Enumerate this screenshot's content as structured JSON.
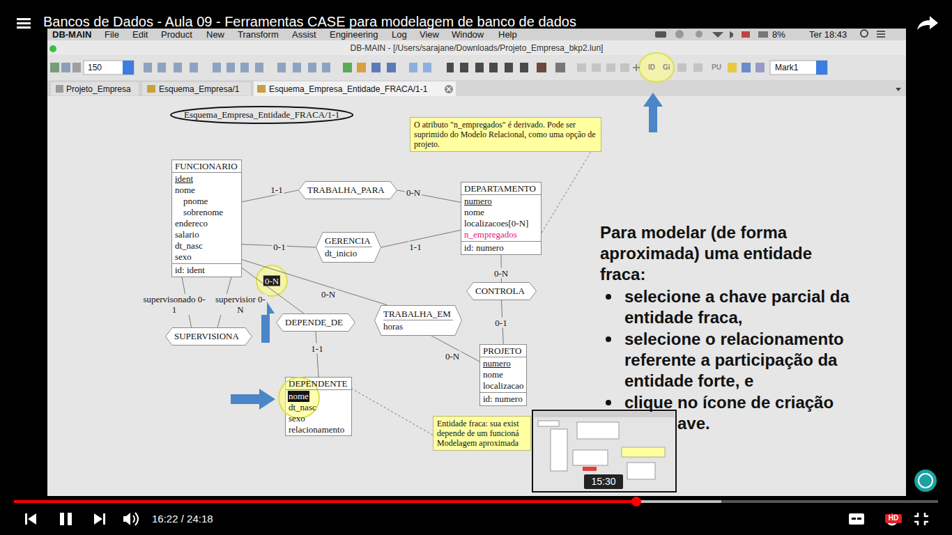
{
  "diagram": {
    "title": "Bancos de Dados - Aula 09 - Ferramentas CASE para modelagem de banco de dados",
    "nodes": [
      {
        "text": [
          "Esquema_Empresa_Entidade_FRACA/1-1"
        ]
      },
      {
        "text": [
          "O atributo \"n_empregados\" é derivado. Pode ser suprimido do Modelo Relacional, como uma opção de projeto."
        ]
      },
      {
        "text": [
          "FUNCIONARIO",
          "ident",
          "nome",
          "pnome",
          "sobrenome",
          "endereco",
          "salario",
          "dt_nasc",
          "sexo",
          "id: ident"
        ]
      },
      {
        "text": [
          "TRABALHA_PARA"
        ]
      },
      {
        "text": [
          "DEPARTAMENTO",
          "numero",
          "nome",
          "localizacoes[0-N]",
          "n_empregados",
          "id: numero"
        ]
      },
      {
        "text": [
          "GERENCIA",
          "dt_inicio"
        ]
      },
      {
        "text": [
          "CONTROLA"
        ]
      },
      {
        "text": [
          "TRABALHA_EM",
          "horas"
        ]
      },
      {
        "text": [
          "SUPERVISIONA"
        ]
      },
      {
        "text": [
          "DEPENDE_DE"
        ]
      },
      {
        "text": [
          "PROJETO",
          "numero",
          "nome",
          "localizacao",
          "id: numero"
        ]
      },
      {
        "text": [
          "DEPENDENTE",
          "nome",
          "dt_nasc",
          "sexo",
          "relacionamento"
        ]
      },
      {
        "text": [
          "Entidade fraca: sua exist depende de um funcioná Modelagem aproximada"
        ]
      }
    ],
    "edges": [
      {
        "from": 2,
        "to": 3,
        "label": "1-1",
        "arrow": "none"
      },
      {
        "from": 3,
        "to": 4,
        "label": "0-N",
        "arrow": "none"
      },
      {
        "from": 2,
        "to": 5,
        "label": "0-1",
        "arrow": "none"
      },
      {
        "from": 5,
        "to": 4,
        "label": "1-1",
        "arrow": "none"
      },
      {
        "from": 4,
        "to": 6,
        "label": "0-N",
        "arrow": "none"
      },
      {
        "from": 6,
        "to": 10,
        "label": "0-1",
        "arrow": "none"
      },
      {
        "from": 2,
        "to": 7,
        "label": "0-N",
        "arrow": "none"
      },
      {
        "from": 7,
        "to": 10,
        "label": "0-N",
        "arrow": "none"
      },
      {
        "from": 2,
        "to": 8,
        "label": "supervisonado 0-1",
        "arrow": "none"
      },
      {
        "from": 2,
        "to": 8,
        "label": "supervisior 0-N",
        "arrow": "none"
      },
      {
        "from": 2,
        "to": 9,
        "label": "0-N",
        "arrow": "none"
      },
      {
        "from": 9,
        "to": 11,
        "label": "1-1",
        "arrow": "none"
      },
      {
        "from": 1,
        "to": 4,
        "arrow": "none"
      },
      {
        "from": 12,
        "to": 11,
        "arrow": "none"
      }
    ],
    "labels": [
      "DB-MAIN",
      "File",
      "Edit",
      "Product",
      "New",
      "Transform",
      "Assist",
      "Engineering",
      "Log",
      "View",
      "Window",
      "Help",
      "8%",
      "Ter 18:43",
      "DB-MAIN - [/Users/sarajane/Downloads/Projeto_Empresa_bkp2.lun]",
      "150",
      "ID",
      "Gi",
      "PU",
      "Mark1",
      "Projeto_Empresa",
      "Esquema_Empresa/1",
      "Esquema_Empresa_Entidade_FRACA/1-1",
      "Para modelar (de forma aproximada) uma entidade fraca:",
      "selecione a chave parcial da entidade fraca,",
      "selecione o relacionamento referente a participação da entidade forte, e",
      "clique no ícone de criação",
      "ave.",
      "15:30",
      "16:22 / 24:18",
      "HD"
    ]
  }
}
